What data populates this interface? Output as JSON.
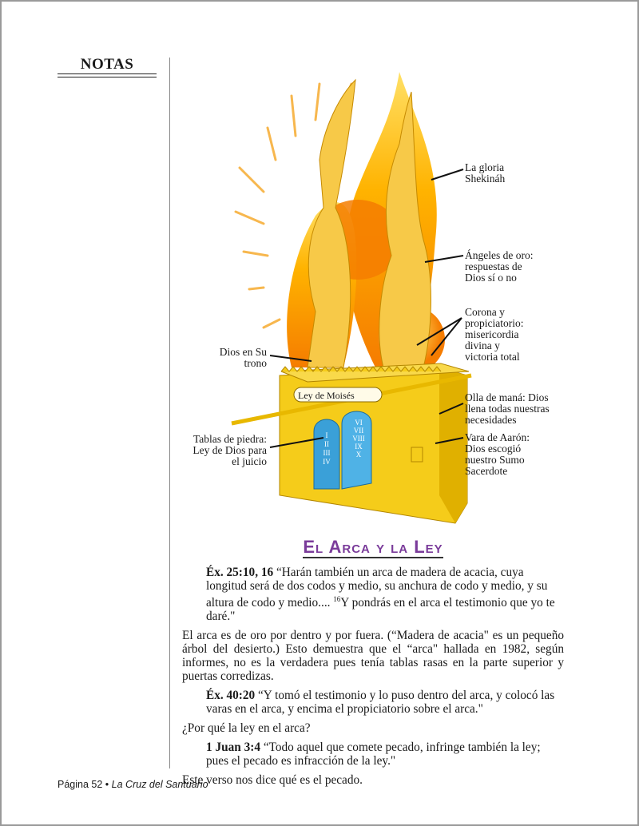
{
  "sidebar": {
    "notes_heading": "NOTAS"
  },
  "illustration": {
    "scroll_label": "Ley de Moisés",
    "tablet_left": [
      "I",
      "II",
      "III",
      "IV"
    ],
    "tablet_right": [
      "VI",
      "VII",
      "VIII",
      "IX",
      "X"
    ],
    "labels": {
      "shekinah": [
        "La gloria",
        "Shekináh"
      ],
      "angels": [
        "Ángeles de oro:",
        "respuestas de",
        "Dios sí o no"
      ],
      "crown": [
        "Corona y",
        "propiciatorio:",
        "misericordia",
        "divina y",
        "victoria total"
      ],
      "god_throne": [
        "Dios en Su",
        "trono"
      ],
      "manna": [
        "Olla de maná: Dios",
        "llena todas nuestras",
        "necesidades"
      ],
      "rod": [
        "Vara de Aarón:",
        "Dios escogió",
        "nuestro Sumo",
        "Sacerdote"
      ],
      "tablets": [
        "Tablas de piedra:",
        "Ley de Dios para",
        "el juicio"
      ]
    }
  },
  "section_title": "El Arca y la Ley",
  "paragraphs": {
    "p1_ref": "Éx. 25:10, 16",
    "p1_text": " “Harán también un arca de madera de acacia, cuya longitud será de dos codos y medio, su anchura de codo y medio, y su altura de codo y medio.... ",
    "p1_sup": "16",
    "p1_text2": "Y pondrás en el arca el testimonio que yo te daré.\"",
    "p2": "El arca es de oro por dentro y por fuera. (“Madera de acacia\" es un pequeño árbol del desierto.) Esto demuestra que el “arca\" hallada en 1982, según informes, no es la verdadera pues tenía tablas rasas en la parte superior y puertas corredizas.",
    "p3_ref": "Éx. 40:20",
    "p3_text": " “Y tomó el testimonio y lo puso dentro del arca, y colocó las varas en el arca, y encima el propiciatorio sobre el arca.\"",
    "p4": "¿Por qué la ley en el arca?",
    "p5_ref": "1 Juan 3:4",
    "p5_text": " “Todo aquel que comete pecado, infringe también la ley; pues el pecado es infracción de la ley.\"",
    "p6": "Este verso nos dice qué es el pecado."
  },
  "footer": {
    "page": "Página 52",
    "bullet": "•",
    "book": "La Cruz del Santuario"
  },
  "colors": {
    "title": "#7a3b9a",
    "gold": "#f2c200",
    "flame": "#f59a1a",
    "tablet": "#3aa0d8"
  }
}
